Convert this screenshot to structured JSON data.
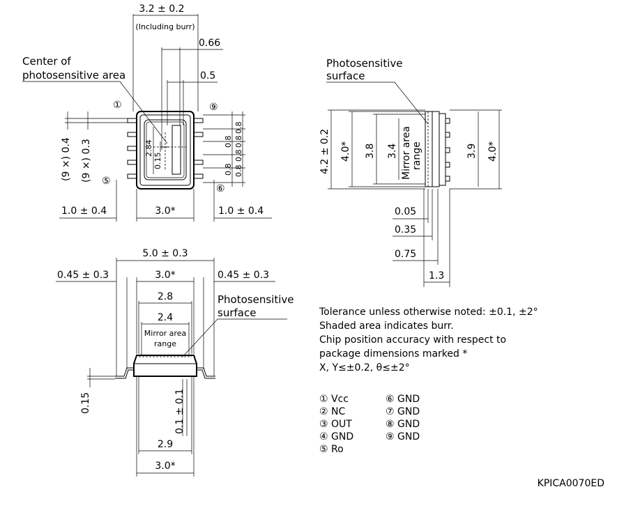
{
  "top_view": {
    "width_dim": "3.2 ± 0.2",
    "width_note": "(Including burr)",
    "dim_066": "0.66",
    "dim_05": "0.5",
    "center_label_1": "Center of",
    "center_label_2": "photosensitive area",
    "pin1": "①",
    "pin9": "⑨",
    "pin5": "⑤",
    "pin6": "⑥",
    "left_dim_a": "(9 ×) 0.4",
    "left_dim_b": "(9 ×) 0.3",
    "inner_284": "2.84",
    "inner_015": "0.15",
    "pitch_1": "0.8",
    "pitch_2": "0.8",
    "pitch_3": "0.8",
    "pitch_4": "0.8",
    "pitch_5": "0.8",
    "pitch_6": "0.8",
    "bottom_left": "1.0 ± 0.4",
    "bottom_mid": "3.0*",
    "bottom_right": "1.0 ± 0.4"
  },
  "side_view": {
    "label_1": "Photosensitive",
    "label_2": "surface",
    "dim_42": "4.2 ± 0.2",
    "dim_40_left": "4.0*",
    "dim_38": "3.8",
    "dim_34": "3.4",
    "mirror_1": "Mirror area",
    "mirror_2": "range",
    "dim_39": "3.9",
    "dim_40_right": "4.0*",
    "dim_005": "0.05",
    "dim_035": "0.35",
    "dim_075": "0.75",
    "dim_13": "1.3"
  },
  "front_view": {
    "dim_50": "5.0 ± 0.3",
    "dim_045_left": "0.45 ± 0.3",
    "dim_30_top": "3.0*",
    "dim_045_right": "0.45 ± 0.3",
    "dim_28": "2.8",
    "dim_24": "2.4",
    "mirror_1": "Mirror area",
    "mirror_2": "range",
    "photo_1": "Photosensitive",
    "photo_2": "surface",
    "dim_015": "0.15",
    "dim_01": "0.1 ± 0.1",
    "dim_29": "2.9",
    "dim_30_bottom": "3.0*"
  },
  "notes": [
    "Tolerance unless otherwise noted: ±0.1, ±2°",
    "Shaded area indicates burr.",
    "Chip position accuracy with respect to",
    "package dimensions marked *",
    "X, Y≤±0.2, θ≤±2°"
  ],
  "pins": [
    "① Vcc",
    "⑥ GND",
    "② NC",
    "⑦ GND",
    "③ OUT",
    "⑧ GND",
    "④ GND",
    "⑨ GND",
    "⑤ Ro",
    ""
  ],
  "code": "KPICA0070ED"
}
